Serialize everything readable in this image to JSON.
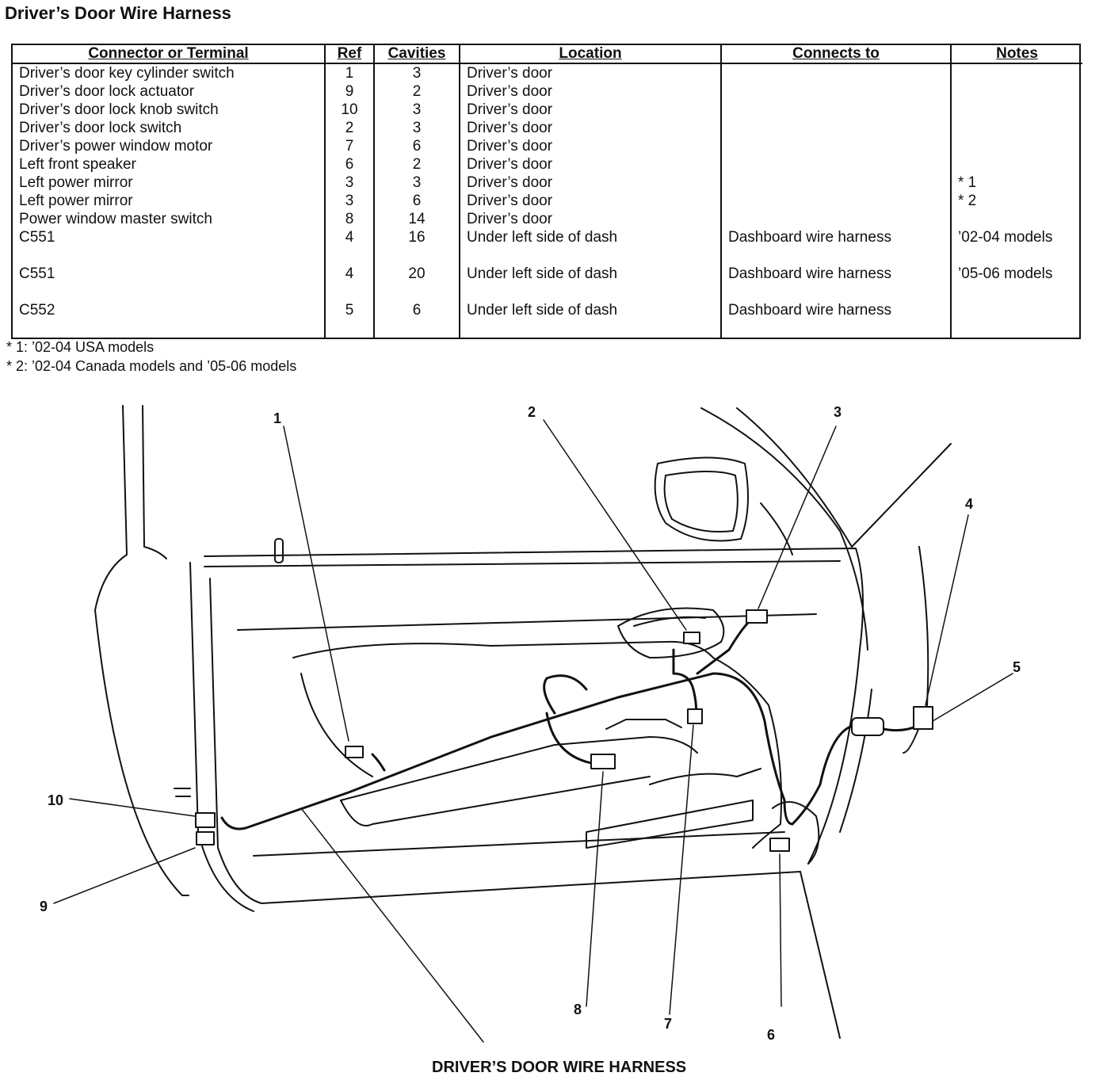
{
  "title": "Driver’s Door Wire Harness",
  "table": {
    "headers": [
      "Connector or Terminal",
      "Ref",
      "Cavities",
      "Location",
      "Connects to",
      "Notes"
    ],
    "rows": [
      {
        "name": "Driver’s door key cylinder switch",
        "ref": "1",
        "cavities": "3",
        "location": "Driver’s door",
        "connects": "",
        "notes": ""
      },
      {
        "name": "Driver’s door lock actuator",
        "ref": "9",
        "cavities": "2",
        "location": "Driver’s door",
        "connects": "",
        "notes": ""
      },
      {
        "name": "Driver’s door lock knob switch",
        "ref": "10",
        "cavities": "3",
        "location": "Driver’s door",
        "connects": "",
        "notes": ""
      },
      {
        "name": "Driver’s door lock switch",
        "ref": "2",
        "cavities": "3",
        "location": "Driver’s door",
        "connects": "",
        "notes": ""
      },
      {
        "name": "Driver’s power window motor",
        "ref": "7",
        "cavities": "6",
        "location": "Driver’s door",
        "connects": "",
        "notes": ""
      },
      {
        "name": "Left front speaker",
        "ref": "6",
        "cavities": "2",
        "location": "Driver’s door",
        "connects": "",
        "notes": ""
      },
      {
        "name": "Left power mirror",
        "ref": "3",
        "cavities": "3",
        "location": "Driver’s door",
        "connects": "",
        "notes": "* 1"
      },
      {
        "name": "Left power mirror",
        "ref": "3",
        "cavities": "6",
        "location": "Driver’s door",
        "connects": "",
        "notes": "* 2"
      },
      {
        "name": "Power window master switch",
        "ref": "8",
        "cavities": "14",
        "location": "Driver’s door",
        "connects": "",
        "notes": ""
      },
      {
        "name": "C551",
        "ref": "4",
        "cavities": "16",
        "location": "Under left side of dash",
        "connects": "Dashboard wire harness",
        "notes": "’02-04 models"
      },
      {
        "name": "C551",
        "ref": "4",
        "cavities": "20",
        "location": "Under left side of dash",
        "connects": "Dashboard wire harness",
        "notes": "’05-06 models"
      },
      {
        "name": "C552",
        "ref": "5",
        "cavities": "6",
        "location": "Under left side of dash",
        "connects": "Dashboard wire harness",
        "notes": ""
      }
    ]
  },
  "footnotes": [
    "* 1: ’02-04 USA models",
    "* 2: ’02-04 Canada models and ’05-06 models"
  ],
  "diagram": {
    "callouts": [
      "1",
      "2",
      "3",
      "4",
      "5",
      "6",
      "7",
      "8",
      "9",
      "10"
    ],
    "caption": "DRIVER’S DOOR WIRE HARNESS"
  }
}
